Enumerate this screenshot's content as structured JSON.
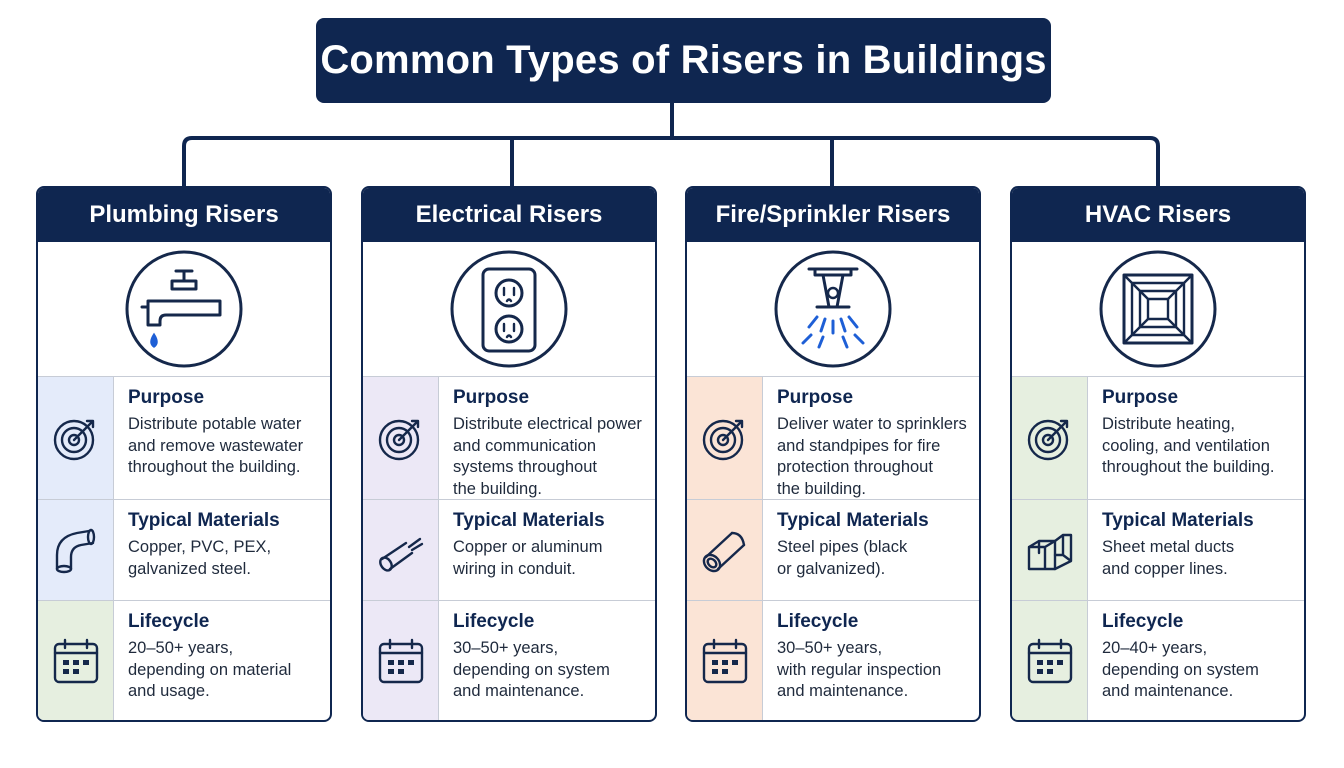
{
  "title": "Common Types of Risers in Buildings",
  "colors": {
    "navy": "#0f2650",
    "plumbing_tint": "#e4ebfa",
    "electrical_tint": "#ece8f6",
    "fire_tint": "#fbe4d6",
    "hvac_tint": "#e6efe0",
    "accent_blue": "#1e5fd6"
  },
  "cards": [
    {
      "heading": "Plumbing Risers",
      "icon": "faucet-icon",
      "purpose": {
        "title": "Purpose",
        "text": [
          "Distribute potable water",
          "and remove wastewater",
          "throughout the building."
        ]
      },
      "materials": {
        "title": "Typical Materials",
        "icon": "pipe-elbow-icon",
        "text": [
          "Copper, PVC, PEX,",
          "galvanized steel."
        ]
      },
      "lifecycle": {
        "title": "Lifecycle",
        "text": [
          "20–50+ years,",
          "depending on material",
          "and usage."
        ]
      }
    },
    {
      "heading": "Electrical Risers",
      "icon": "electrical-outlet-icon",
      "purpose": {
        "title": "Purpose",
        "text": [
          "Distribute electrical power",
          "and communication",
          "systems throughout",
          "the building."
        ]
      },
      "materials": {
        "title": "Typical Materials",
        "icon": "wire-cable-icon",
        "text": [
          "Copper or aluminum",
          "wiring in conduit."
        ]
      },
      "lifecycle": {
        "title": "Lifecycle",
        "text": [
          "30–50+ years,",
          "depending on system",
          "and maintenance."
        ]
      }
    },
    {
      "heading": "Fire/Sprinkler Risers",
      "icon": "sprinkler-head-icon",
      "purpose": {
        "title": "Purpose",
        "text": [
          "Deliver water to sprinklers",
          "and standpipes for fire",
          "protection throughout",
          "the building."
        ]
      },
      "materials": {
        "title": "Typical Materials",
        "icon": "steel-pipe-icon",
        "text": [
          "Steel pipes (black",
          "or galvanized)."
        ]
      },
      "lifecycle": {
        "title": "Lifecycle",
        "text": [
          "30–50+ years,",
          "with regular inspection",
          "and maintenance."
        ]
      }
    },
    {
      "heading": "HVAC Risers",
      "icon": "air-vent-icon",
      "purpose": {
        "title": "Purpose",
        "text": [
          "Distribute heating,",
          "cooling, and ventilation",
          "throughout the building."
        ]
      },
      "materials": {
        "title": "Typical Materials",
        "icon": "duct-icon",
        "text": [
          "Sheet metal ducts",
          "and copper lines."
        ]
      },
      "lifecycle": {
        "title": "Lifecycle",
        "text": [
          "20–40+ years,",
          "depending on system",
          "and maintenance."
        ]
      }
    }
  ]
}
